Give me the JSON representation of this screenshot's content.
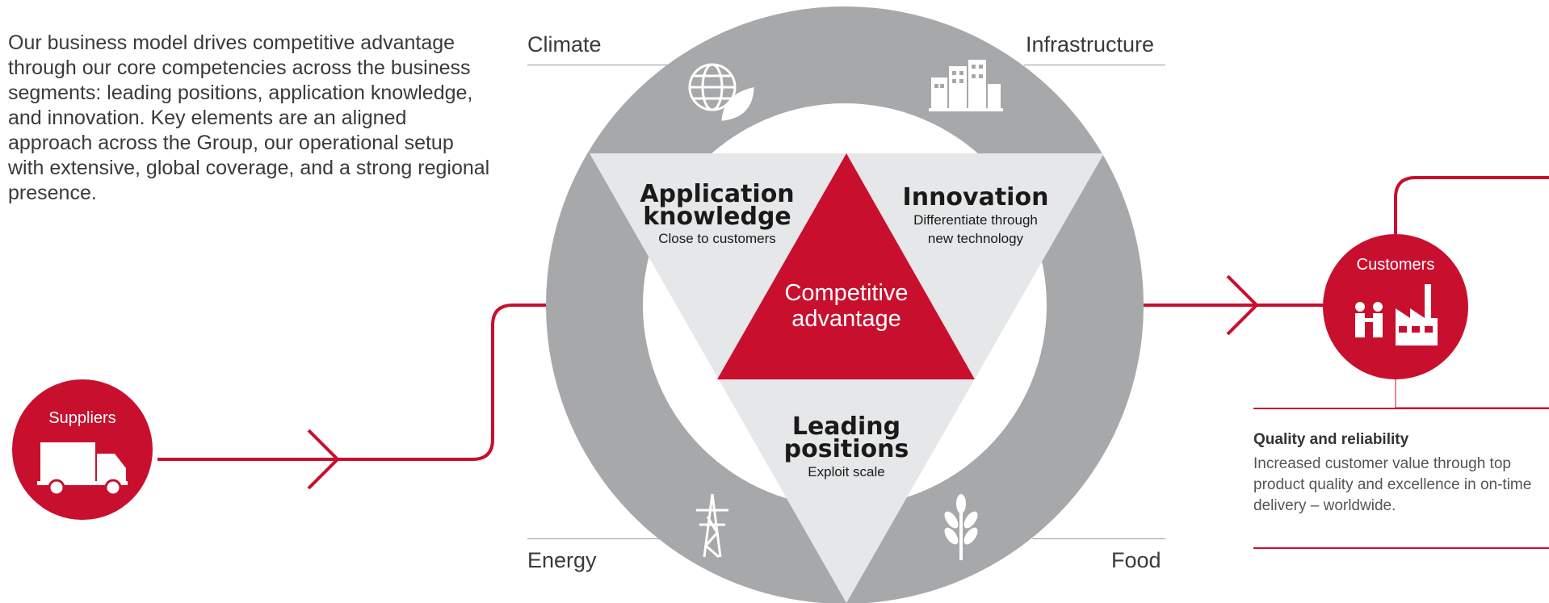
{
  "intro": {
    "text": "Our business model drives competitive advantage through our core competencies across the business segments: leading positions, application knowledge, and innovation. Key elements are an aligned approach across the Group, our operational setup with extensive, global coverage, and a strong regional presence."
  },
  "segments": {
    "climate": "Climate",
    "infrastructure": "Infrastructure",
    "energy": "Energy",
    "food": "Food"
  },
  "triangle": {
    "application": {
      "title_line1": "Application",
      "title_line2": "knowledge",
      "sub": "Close to customers"
    },
    "innovation": {
      "title": "Innovation",
      "sub_line1": "Differentiate through",
      "sub_line2": "new technology"
    },
    "leading": {
      "title_line1": "Leading",
      "title_line2": "positions",
      "sub": "Exploit scale"
    },
    "center_line1": "Competitive",
    "center_line2": "advantage"
  },
  "nodes": {
    "suppliers": "Suppliers",
    "customers": "Customers"
  },
  "quality": {
    "title": "Quality and reliability",
    "text": "Increased customer value through top product quality and excellence in on-time delivery – worldwide."
  },
  "colors": {
    "red": "#c8102e",
    "ring": "#a7a8aa",
    "light": "#e6e7e8"
  },
  "icons": [
    "globe-leaf-icon",
    "buildings-icon",
    "power-pylon-icon",
    "wheat-icon",
    "truck-icon",
    "handshake-icon",
    "factory-icon"
  ]
}
